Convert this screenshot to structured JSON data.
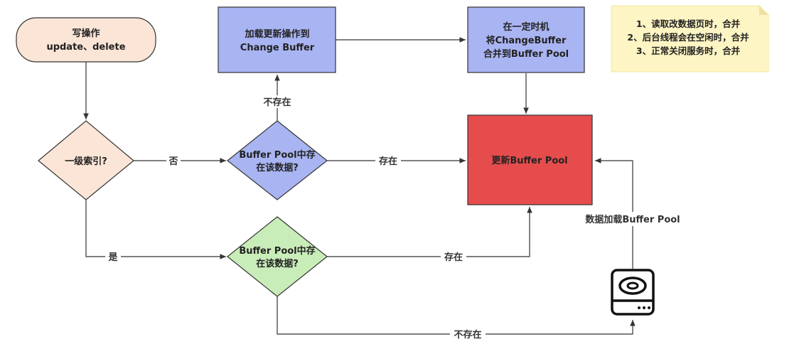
{
  "nodes": {
    "write_op": {
      "line1": "写操作",
      "line2": "update、delete"
    },
    "index_q": {
      "label": "一级索引?"
    },
    "pool_q_top": {
      "line1": "Buffer Pool中存",
      "line2": "在该数据?"
    },
    "pool_q_bottom": {
      "line1": "Buffer Pool中存",
      "line2": "在该数据?"
    },
    "load_cb": {
      "line1": "加载更新操作到",
      "line2": "Change Buffer"
    },
    "merge": {
      "line1": "在一定时机",
      "line2": "将ChangeBuffer",
      "line3": "合并到Buffer Pool"
    },
    "update_pool": {
      "label": "更新Buffer Pool"
    }
  },
  "edges": {
    "no": "否",
    "yes": "是",
    "exists_top": "存在",
    "not_exists_top": "不存在",
    "exists_bottom": "存在",
    "not_exists_bottom": "不存在",
    "load_pool": "数据加载Buffer Pool"
  },
  "note": {
    "lines": [
      "1、读取改数据页时，合并",
      "2、后台线程会在空闲时，合并",
      "3、正常关闭服务时，合并"
    ]
  },
  "colors": {
    "terminal": "#fbe5d6",
    "diamond_orange": "#fbe5d6",
    "blue": "#a9b4f2",
    "green": "#c9edb9",
    "red": "#e64c4c",
    "note": "#fdf5c4"
  },
  "icons": {
    "disk": "hard-disk-icon"
  }
}
